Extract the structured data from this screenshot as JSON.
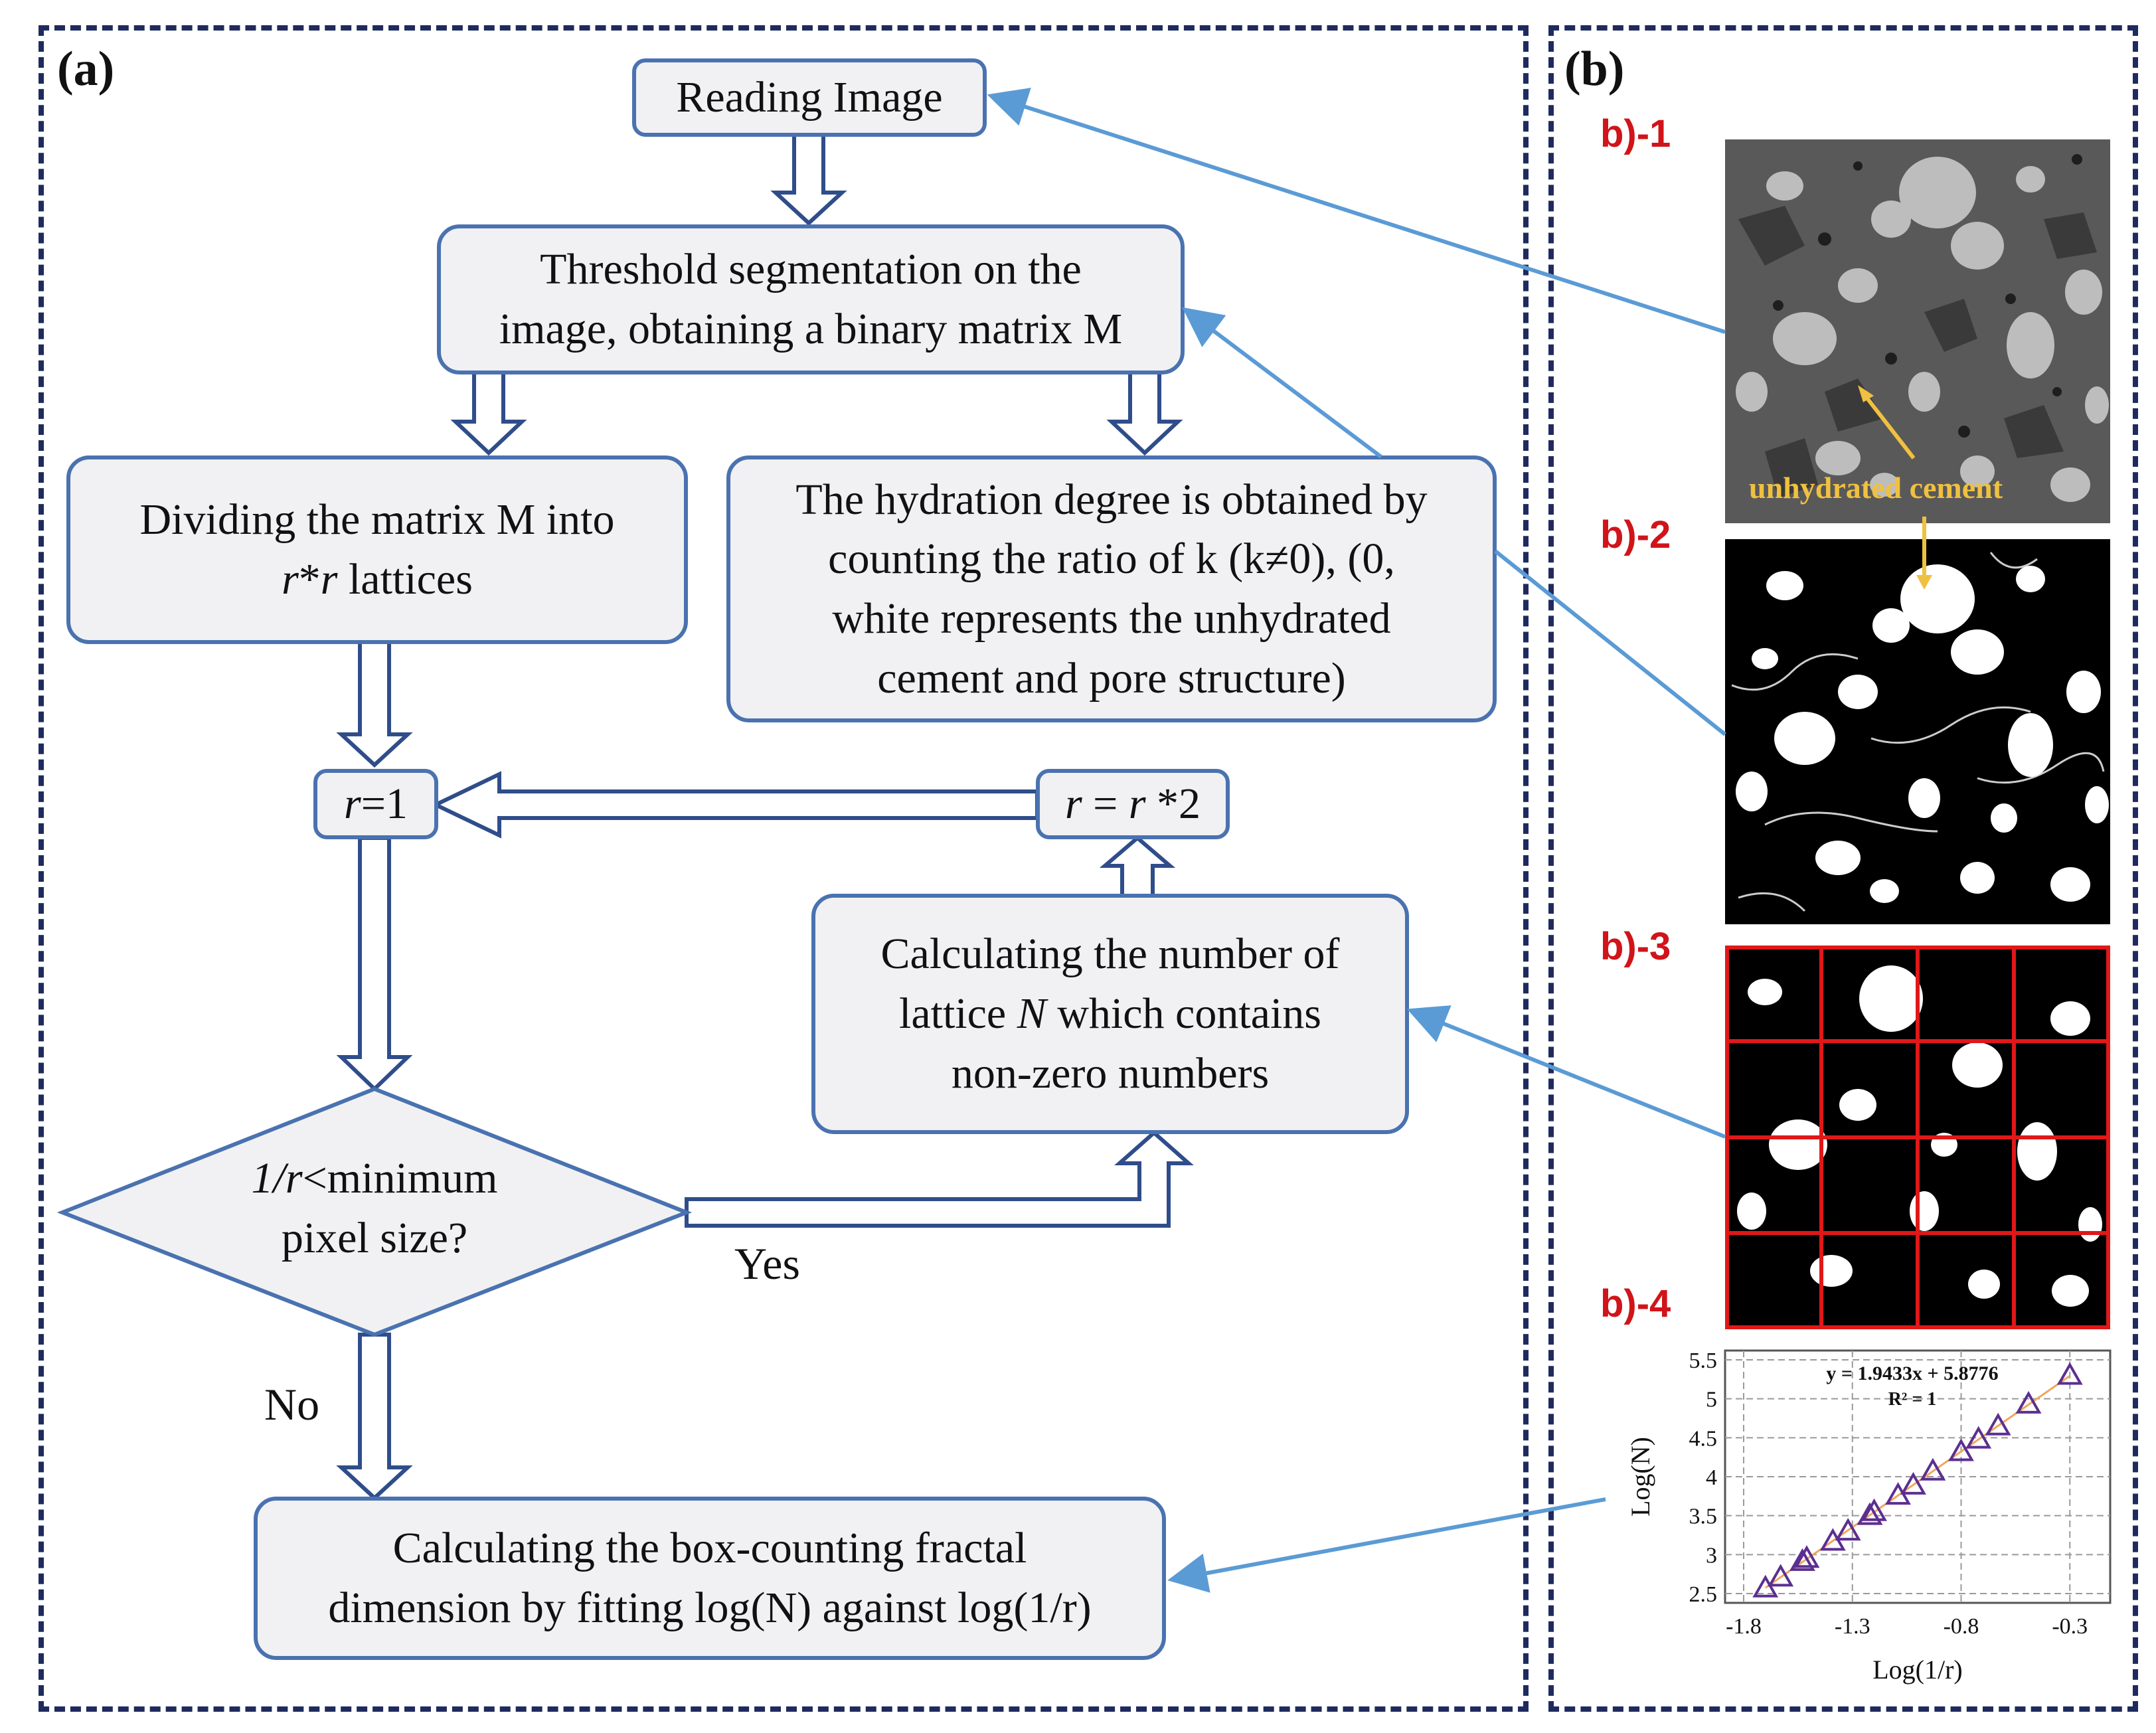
{
  "panel_a": {
    "label": "(a)"
  },
  "panel_b": {
    "label": "(b)"
  },
  "nodes": {
    "reading": "Reading Image",
    "threshold_1": "Threshold segmentation on the",
    "threshold_2": "image, obtaining a binary matrix M",
    "dividing_1": "Dividing the matrix M into",
    "dividing_2a": "r",
    "dividing_2b": "*",
    "dividing_2c": "r",
    "dividing_2d": " lattices",
    "hydration_1": "The hydration degree is obtained by",
    "hydration_2": "counting the ratio of k (k≠0), (0,",
    "hydration_3": "white represents the unhydrated",
    "hydration_4": "cement and pore structure)",
    "r1_a": "r",
    "r1_b": "=1",
    "r2_a": "r",
    "r2_b": " = ",
    "r2_c": "r",
    "r2_d": " *2",
    "calcN_1": "Calculating the number of",
    "calcN_2a": "lattice ",
    "calcN_2b": "N",
    "calcN_2c": " which contains",
    "calcN_3": "non-zero numbers",
    "decision_1a": "1/",
    "decision_1b": "r",
    "decision_1c": "<minimum",
    "decision_2": "pixel size?",
    "final_1": "Calculating the box-counting fractal",
    "final_2": "dimension by fitting log(N) against log(1/r)"
  },
  "edges": {
    "yes_label": "Yes",
    "no_label": "No"
  },
  "images": {
    "b1_label": "b)-1",
    "b1_annotation": "unhydrated cement",
    "b2_label": "b)-2",
    "b3_label": "b)-3",
    "b4_label": "b)-4"
  },
  "colors": {
    "frame": "#1f2a5e",
    "box_border": "#4a72b0",
    "box_fill": "#f1f1f3",
    "arrow_light": "#5b9bd5",
    "sub_label": "#d0141a",
    "grid_red": "#e01818",
    "annotation": "#f0c040",
    "marker": "#5b2f91",
    "fit_line": "#f2a65a"
  },
  "chart_data": {
    "type": "scatter",
    "equation": "y = 1.9433x + 5.8776",
    "r2": "R² = 1",
    "xlabel": "Log(1/r)",
    "ylabel": "Log(N)",
    "xlim": [
      -1.8,
      -0.2
    ],
    "ylim": [
      2.5,
      5.5
    ],
    "xticks": [
      "-1.8",
      "-1.3",
      "-0.8",
      "-0.3"
    ],
    "yticks": [
      "2.5",
      "3",
      "3.5",
      "4",
      "4.5",
      "5",
      "5.5"
    ],
    "marker": "triangle",
    "grid": true,
    "fit": {
      "slope": 1.9433,
      "intercept": 5.8776
    },
    "points": [
      {
        "x": -1.7,
        "y": 2.57
      },
      {
        "x": -1.63,
        "y": 2.71
      },
      {
        "x": -1.53,
        "y": 2.91
      },
      {
        "x": -1.51,
        "y": 2.95
      },
      {
        "x": -1.39,
        "y": 3.17
      },
      {
        "x": -1.32,
        "y": 3.3
      },
      {
        "x": -1.22,
        "y": 3.5
      },
      {
        "x": -1.2,
        "y": 3.55
      },
      {
        "x": -1.09,
        "y": 3.76
      },
      {
        "x": -1.02,
        "y": 3.89
      },
      {
        "x": -0.93,
        "y": 4.07
      },
      {
        "x": -0.8,
        "y": 4.32
      },
      {
        "x": -0.72,
        "y": 4.48
      },
      {
        "x": -0.63,
        "y": 4.65
      },
      {
        "x": -0.49,
        "y": 4.93
      },
      {
        "x": -0.3,
        "y": 5.3
      }
    ]
  }
}
